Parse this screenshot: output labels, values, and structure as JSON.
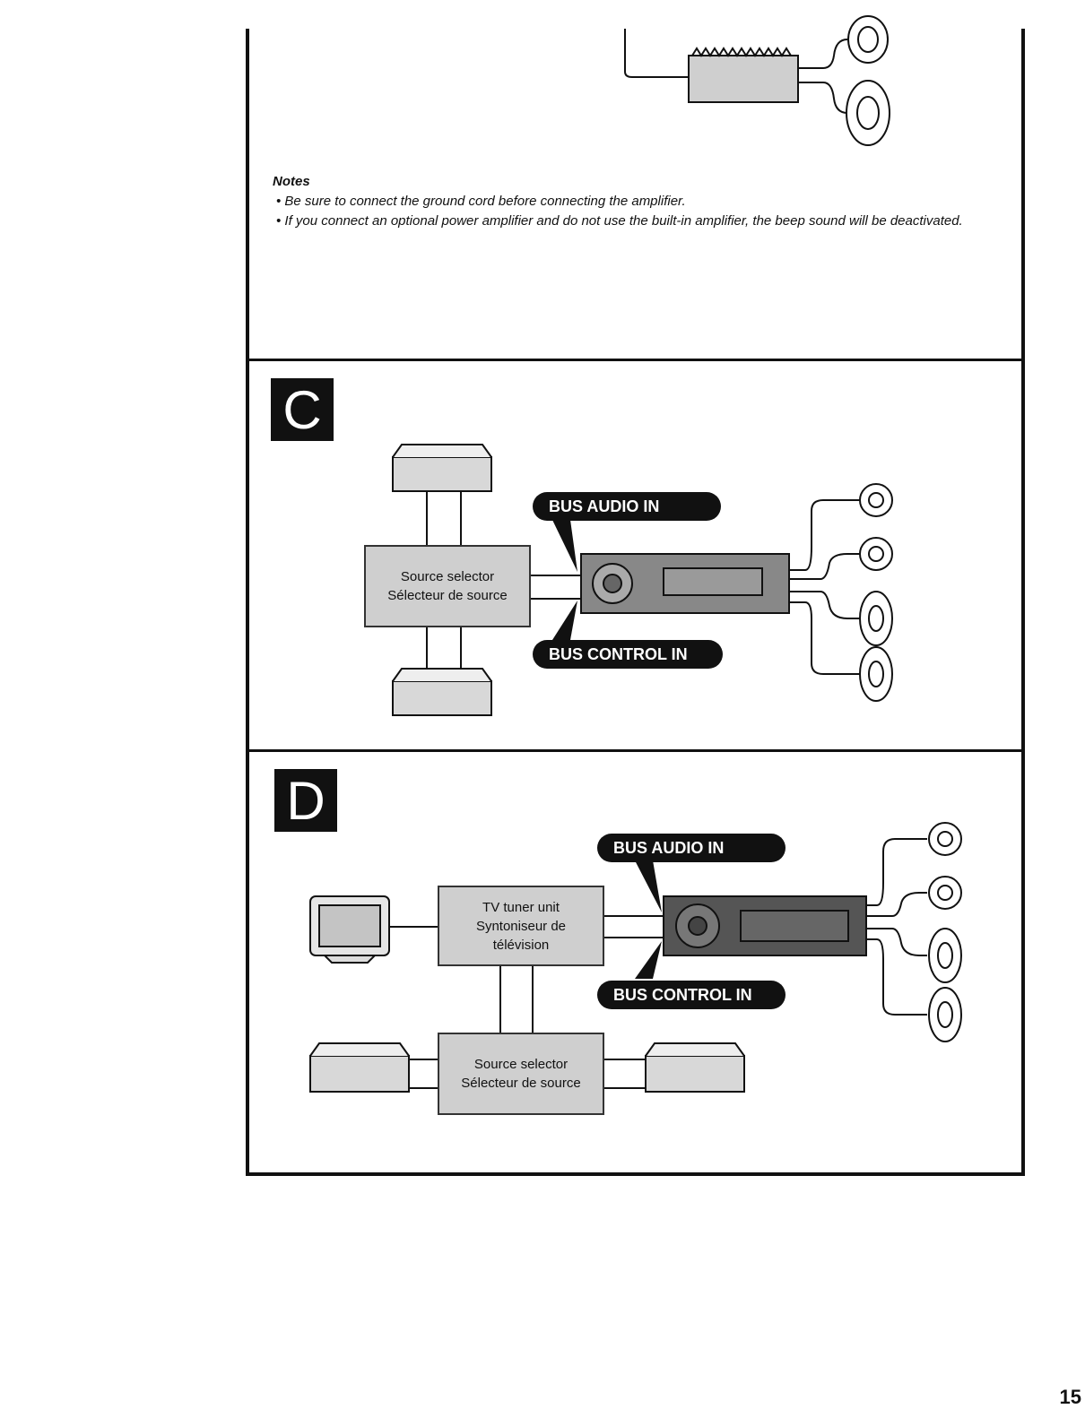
{
  "notes": {
    "title": "Notes",
    "items": [
      "Be sure to connect the ground cord before connecting the amplifier.",
      "If you connect an optional power amplifier and do not use the built-in amplifier, the beep sound will be deactivated."
    ]
  },
  "section_c": {
    "letter": "C",
    "bus_audio_label": "BUS AUDIO IN",
    "bus_control_label": "BUS CONTROL IN",
    "source_selector": {
      "line1": "Source selector",
      "line2": "Sélecteur de source"
    }
  },
  "section_d": {
    "letter": "D",
    "bus_audio_label": "BUS AUDIO IN",
    "bus_control_label": "BUS CONTROL IN",
    "tv_tuner": {
      "line1": "TV tuner unit",
      "line2": "Syntoniseur de",
      "line3": "télévision"
    },
    "source_selector": {
      "line1": "Source selector",
      "line2": "Sélecteur de source"
    }
  },
  "page_number": "15"
}
